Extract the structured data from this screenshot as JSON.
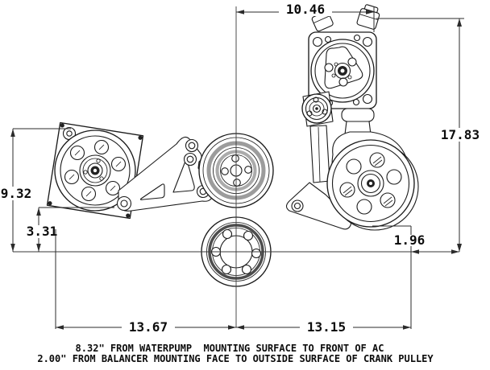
{
  "dims": {
    "top_width": "10.46",
    "right_height": "17.83",
    "left_height": "9.32",
    "left_lower": "3.31",
    "right_lower": "1.96",
    "bottom_left": "13.67",
    "bottom_right": "13.15"
  },
  "notes": {
    "line1": "8.32\" FROM WATERPUMP  MOUNTING SURFACE TO FRONT OF AC",
    "line2": "2.00\" FROM BALANCER MOUNTING FACE TO OUTSIDE SURFACE OF CRANK PULLEY"
  },
  "colors": {
    "line": "#1b1b1b",
    "background": "#ffffff"
  }
}
